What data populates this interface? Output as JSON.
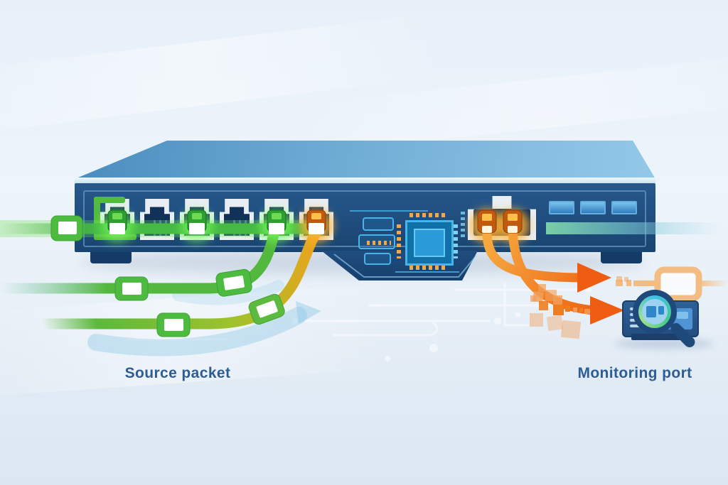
{
  "labels": {
    "source_packet": "Source packet",
    "monitoring_port": "Monitoring port"
  },
  "colors": {
    "label_text": "#2d5d94",
    "switch_top": "#6fb0d8",
    "switch_front": "#1f4d7e",
    "port_plate": "#e8eef3",
    "jack_dark": "#113159",
    "source_green": "#4cbb3f",
    "mirror_orange": "#ee6212",
    "cable_yellow": "#eda31c",
    "monitor_teal": "#7dd6c0",
    "circuit_cyan": "#49b4ea",
    "chip_pin_orange": "#f2a848"
  },
  "switch": {
    "left_ports": [
      {
        "id": 1,
        "state": "connected-green"
      },
      {
        "id": 2,
        "state": "empty"
      },
      {
        "id": 3,
        "state": "connected-green"
      },
      {
        "id": 4,
        "state": "empty"
      },
      {
        "id": 5,
        "state": "connected-green"
      },
      {
        "id": 6,
        "state": "connected-orange"
      }
    ],
    "monitor_ports": [
      {
        "id": 7,
        "state": "connected-orange"
      },
      {
        "id": 8,
        "state": "connected-orange"
      }
    ],
    "status_leds": 3
  },
  "annotations": {
    "source_cables": 3,
    "source_packets": 6,
    "mirror_arrows": 2,
    "analyzer_icon": "magnifier-over-analyzer",
    "highlight_strip": "teal-beam-right"
  }
}
